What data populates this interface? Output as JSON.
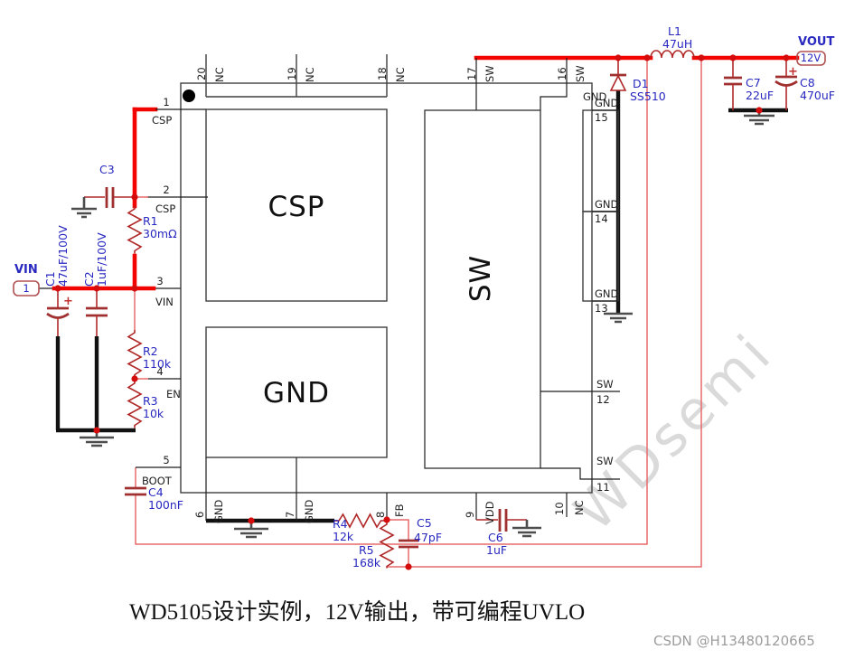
{
  "caption": "WD5105设计实例，12V输出，带可编程UVLO",
  "credit": "CSDN @H13480120665",
  "watermark": "WDsemi",
  "plus": "+",
  "colors": {
    "wire_red": "#f20400",
    "wire_thin_red": "#e86a6a",
    "component_red": "#b02828",
    "label_blue": "#2828c0",
    "outline_gray": "#3f3f3f",
    "ground_gray": "#4d4d4d"
  },
  "ports": {
    "vin": {
      "label": "VIN",
      "net": "1"
    },
    "vout": {
      "label": "VOUT",
      "net": "12V"
    }
  },
  "ic": {
    "pads": {
      "csp": "CSP",
      "gnd": "GND",
      "sw": "SW"
    },
    "pins": {
      "left": [
        {
          "num": "1",
          "name": "CSP"
        },
        {
          "num": "2",
          "name": "CSP"
        },
        {
          "num": "3",
          "name": "VIN"
        },
        {
          "num": "4",
          "name": "EN"
        },
        {
          "num": "5",
          "name": "BOOT"
        }
      ],
      "top": [
        {
          "num": "20",
          "name": "NC"
        },
        {
          "num": "19",
          "name": "NC"
        },
        {
          "num": "18",
          "name": "NC"
        },
        {
          "num": "17",
          "name": "SW"
        },
        {
          "num": "16",
          "name": "SW"
        }
      ],
      "bottom": [
        {
          "num": "6",
          "name": "GND"
        },
        {
          "num": "7",
          "name": "GND"
        },
        {
          "num": "8",
          "name": "FB"
        },
        {
          "num": "9",
          "name": "VDD"
        },
        {
          "num": "10",
          "name": "NC"
        }
      ],
      "right": [
        {
          "num": "15",
          "name": "GND"
        },
        {
          "num": "14",
          "name": "GND"
        },
        {
          "num": "13",
          "name": "GND"
        },
        {
          "num": "12",
          "name": "SW"
        },
        {
          "num": "11",
          "name": "SW"
        }
      ]
    }
  },
  "components": {
    "r1": {
      "ref": "R1",
      "value": "30mΩ"
    },
    "r2": {
      "ref": "R2",
      "value": "110k"
    },
    "r3": {
      "ref": "R3",
      "value": "10k"
    },
    "r4": {
      "ref": "R4",
      "value": "12k"
    },
    "r5": {
      "ref": "R5",
      "value": "168k"
    },
    "c1": {
      "ref": "C1",
      "value": "47uF/100V"
    },
    "c2": {
      "ref": "C2",
      "value": "1uF/100V"
    },
    "c3": {
      "ref": "C3",
      "value": ""
    },
    "c4": {
      "ref": "C4",
      "value": "100nF"
    },
    "c5": {
      "ref": "C5",
      "value": "47pF"
    },
    "c6": {
      "ref": "C6",
      "value": "1uF"
    },
    "c7": {
      "ref": "C7",
      "value": "22uF"
    },
    "c8": {
      "ref": "C8",
      "value": "470uF"
    },
    "l1": {
      "ref": "L1",
      "value": "47uH"
    },
    "d1": {
      "ref": "D1",
      "value": "SS510",
      "net": "GND"
    }
  }
}
